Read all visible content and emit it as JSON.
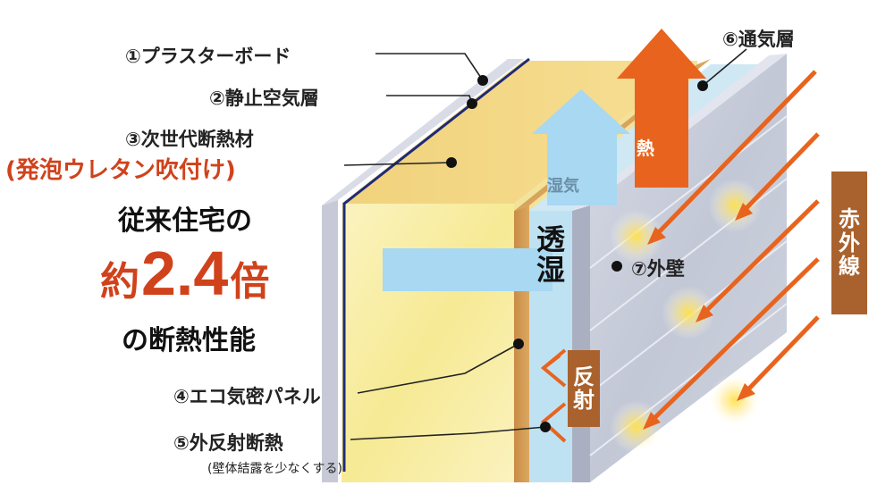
{
  "labels": {
    "plasterboard": "①プラスターボード",
    "still_air_layer": "②静止空気層",
    "next_gen_insulation": "③次世代断熱材",
    "foam_urethane": "(発泡ウレタン吹付け)",
    "eco_airtight_panel": "④エコ気密パネル",
    "outer_reflective_insulation": "⑤外反射断熱",
    "outer_reflective_note": "(壁体結露を少なくする)",
    "ventilation_layer": "⑥通気層",
    "outer_wall": "⑦外壁"
  },
  "headline": {
    "line1": "従来住宅の",
    "prefix": "約",
    "value": "2.4",
    "suffix": "倍",
    "line3": "の断熱性能"
  },
  "flows": {
    "heat": "熱",
    "moisture": "湿気",
    "permeable": "透湿",
    "reflection": "反射",
    "infrared": "赤外線"
  },
  "colors": {
    "accent_red": "#d0421b",
    "arrow_orange": "#e8641e",
    "moisture_blue": "#a8d8f2",
    "label_box_brown": "#a9622d",
    "insulation_yellow": "#f8eea0",
    "wall_grey": "#c5cad8"
  }
}
